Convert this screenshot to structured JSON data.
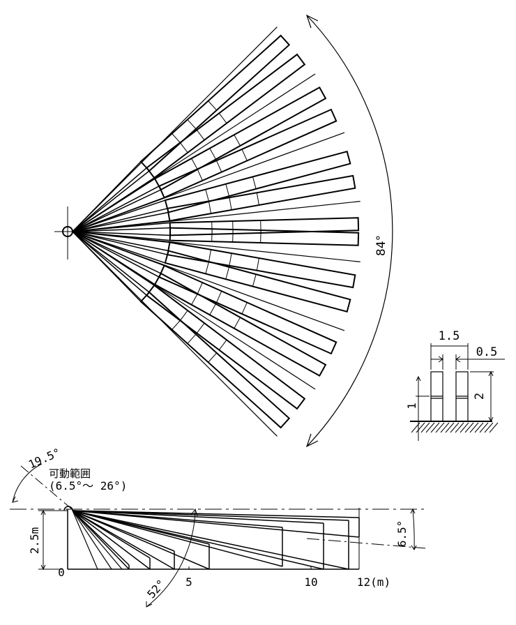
{
  "top_view": {
    "angle_label": "84°"
  },
  "side_view": {
    "angle_top": "19.5°",
    "adjust_title": "可動範囲",
    "adjust_range": "(6.5°～ 26°)",
    "height_label": "2.5m",
    "small_angle": "6.5°",
    "bottom_angle": "52°",
    "axis_ticks": [
      "0",
      "5",
      "10",
      "12(m)"
    ]
  },
  "target_detail": {
    "width_label": "1.5",
    "gap_label": "0.5",
    "height_small": "1",
    "height_total": "2"
  }
}
